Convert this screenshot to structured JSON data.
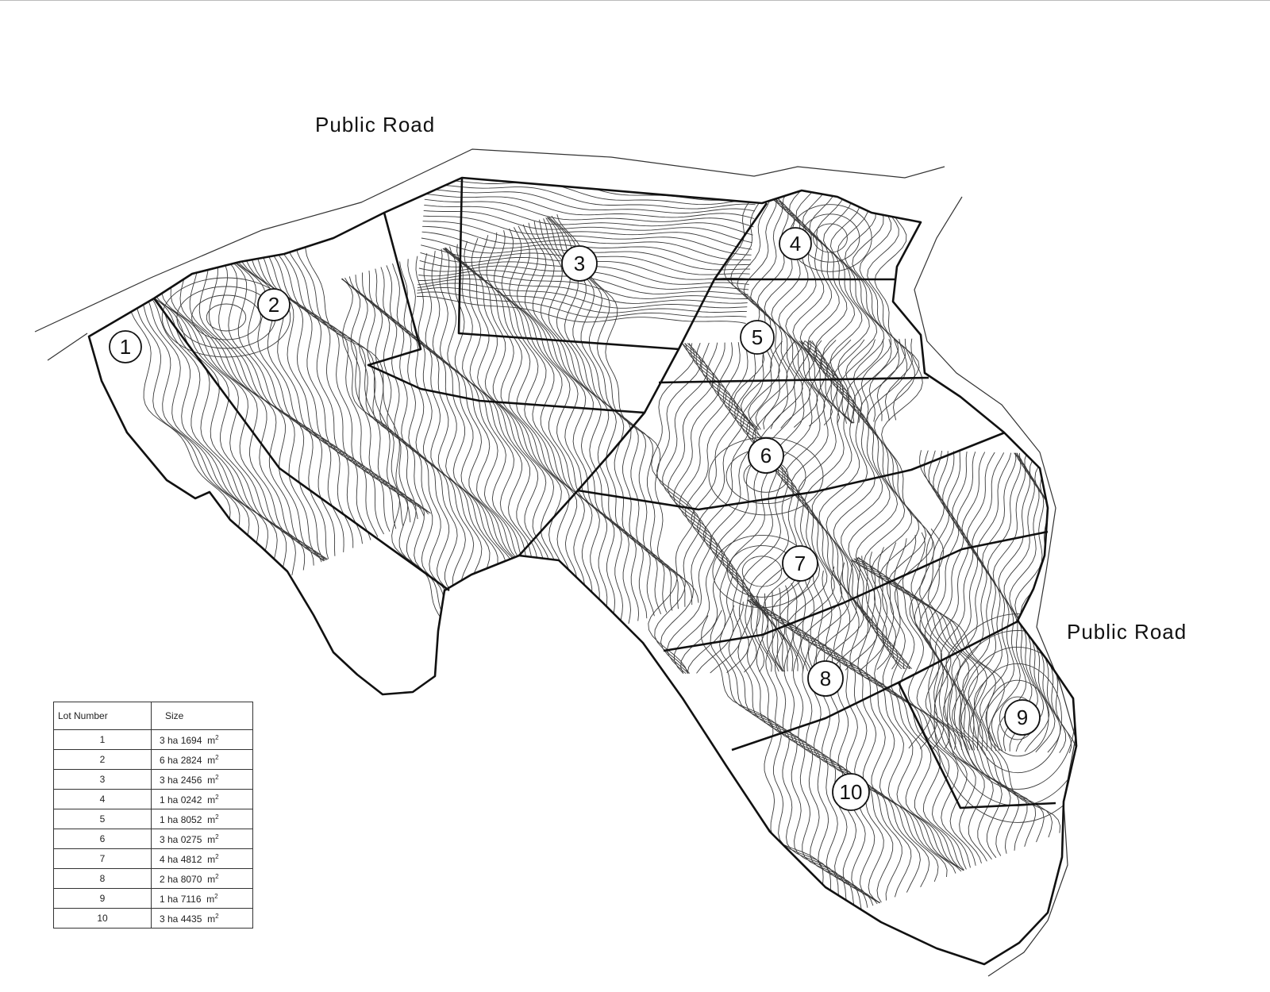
{
  "map": {
    "road_labels": [
      "Public Road",
      "Public Road"
    ],
    "lot_markers": [
      "1",
      "2",
      "3",
      "4",
      "5",
      "6",
      "7",
      "8",
      "9",
      "10"
    ]
  },
  "lot_table": {
    "headers": {
      "lot": "Lot Number",
      "size": "Size"
    },
    "area_unit": "m",
    "area_exponent": "2",
    "rows": [
      {
        "lot": "1",
        "size": "3 ha 1694"
      },
      {
        "lot": "2",
        "size": "6 ha 2824"
      },
      {
        "lot": "3",
        "size": "3 ha 2456"
      },
      {
        "lot": "4",
        "size": "1 ha 0242"
      },
      {
        "lot": "5",
        "size": "1 ha 8052"
      },
      {
        "lot": "6",
        "size": "3 ha 0275"
      },
      {
        "lot": "7",
        "size": "4 ha 4812"
      },
      {
        "lot": "8",
        "size": "2 ha 8070"
      },
      {
        "lot": "9",
        "size": "1 ha 7116"
      },
      {
        "lot": "10",
        "size": "3 ha 4435"
      }
    ]
  }
}
